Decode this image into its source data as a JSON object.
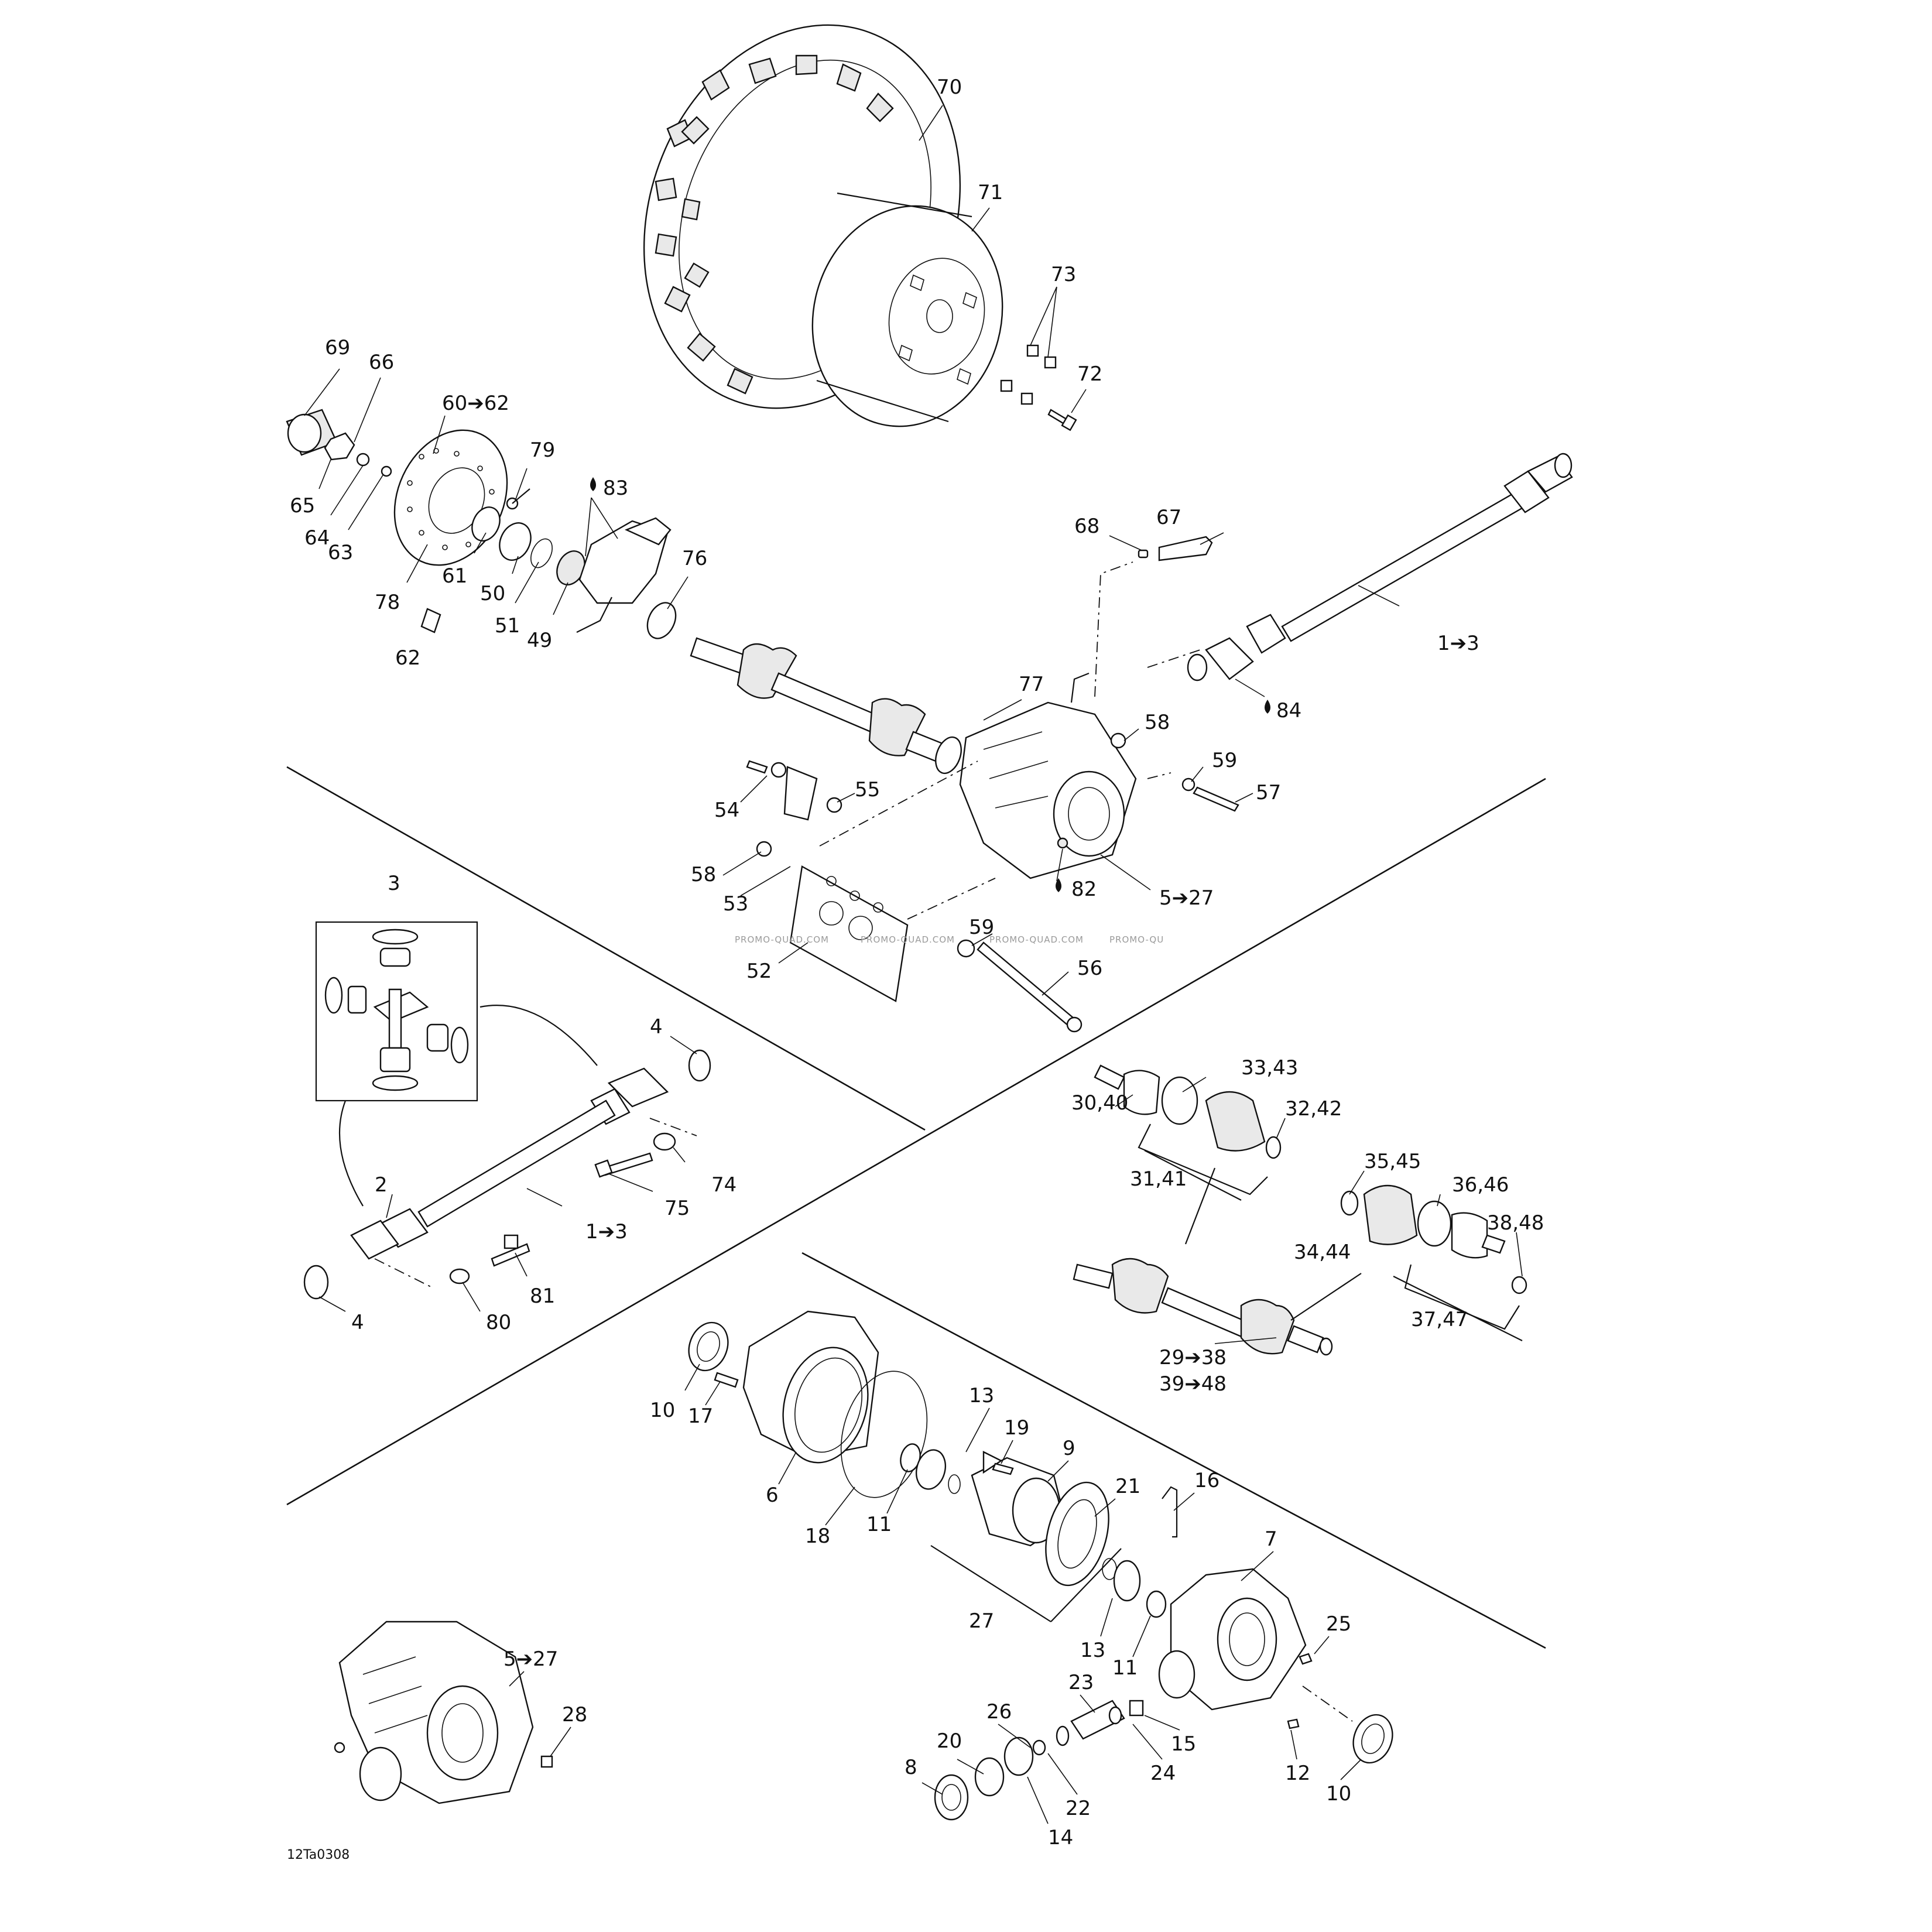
{
  "diagram_code": "12Ta0308",
  "watermark": "PROMO-QUAD.COM",
  "watermark_partial": "PROMO-QU",
  "labels": {
    "l70": "70",
    "l71": "71",
    "l73": "73",
    "l72": "72",
    "l69": "69",
    "l66": "66",
    "l60_62": "60➔62",
    "l79": "79",
    "l83": "83",
    "l65": "65",
    "l64": "64",
    "l63": "63",
    "l78": "78",
    "l61": "61",
    "l50": "50",
    "l51": "51",
    "l49": "49",
    "l76": "76",
    "l62": "62",
    "l67": "67",
    "l68": "68",
    "l1_3a": "1➔3",
    "l84": "84",
    "l77": "77",
    "l58a": "58",
    "l59a": "59",
    "l57": "57",
    "l54": "54",
    "l55": "55",
    "l58b": "58",
    "l53": "53",
    "l82": "82",
    "l5_27a": "5➔27",
    "l52": "52",
    "l59b": "59",
    "l56": "56",
    "l3": "3",
    "l4a": "4",
    "l74": "74",
    "l75": "75",
    "l2": "2",
    "l1_3b": "1➔3",
    "l81": "81",
    "l80": "80",
    "l4b": "4",
    "l33_43": "33,43",
    "l30_40": "30,40",
    "l32_42": "32,42",
    "l31_41": "31,41",
    "l35_45": "35,45",
    "l36_46": "36,46",
    "l38_48": "38,48",
    "l34_44": "34,44",
    "l37_47": "37,47",
    "l29_38": "29➔38",
    "l39_48": "39➔48",
    "l10a": "10",
    "l17": "17",
    "l13a": "13",
    "l19": "19",
    "l9": "9",
    "l21": "21",
    "l16": "16",
    "l6": "6",
    "l18": "18",
    "l11a": "11",
    "l7": "7",
    "l27": "27",
    "l13b": "13",
    "l11b": "11",
    "l25": "25",
    "l23": "23",
    "l26": "26",
    "l20": "20",
    "l8": "8",
    "l22": "22",
    "l24": "24",
    "l15": "15",
    "l12": "12",
    "l10b": "10",
    "l14": "14",
    "l5_27b": "5➔27",
    "l28": "28"
  }
}
